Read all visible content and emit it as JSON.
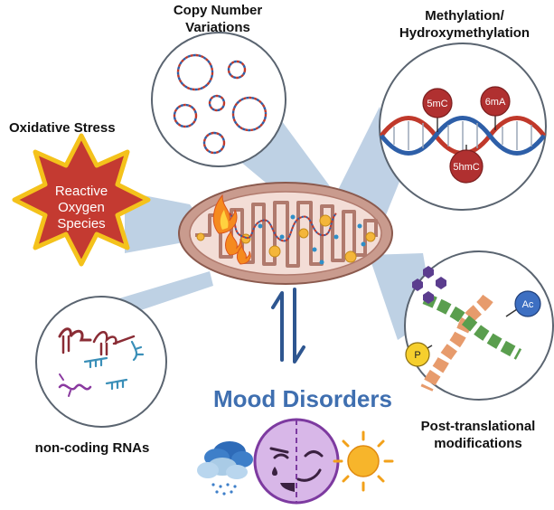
{
  "labels": {
    "cnv_line1": "Copy Number",
    "cnv_line2": "Variations",
    "meth_line1": "Methylation/",
    "meth_line2": "Hydroxymethylation",
    "oxidative": "Oxidative Stress",
    "ros_line1": "Reactive",
    "ros_line2": "Oxygen",
    "ros_line3": "Species",
    "ncrna": "non-coding RNAs",
    "ptm_line1": "Post-translational",
    "ptm_line2": "modifications",
    "mood": "Mood Disorders"
  },
  "marks": {
    "m5c": "5mC",
    "m6a": "6mA",
    "hmc": "5hmC",
    "ac": "Ac",
    "p": "P"
  },
  "colors": {
    "callout_wedge": "#a9c2dc",
    "circle_border": "#5a6470",
    "mito_outer": "#c99b8e",
    "mito_inner": "#f3ddd6",
    "star_fill": "#c43a31",
    "star_edge": "#f4c21b",
    "dna_red": "#c0392b",
    "dna_blue": "#2e5fa8",
    "methyl_ball": "#b03030",
    "helix_orange": "#e79b6c",
    "helix_green": "#5a9e4e",
    "acetyl_blue": "#3d6fc2",
    "phospho_yellow": "#f6cf2d",
    "mood_blue": "#3f6fb0",
    "face_purple": "#d8b7e8",
    "sun_orange": "#f2a11a"
  },
  "icons": [
    "flame-icon",
    "rain-cloud-icon",
    "sun-icon",
    "two-face-icon",
    "bidirectional-arrow-icon"
  ]
}
